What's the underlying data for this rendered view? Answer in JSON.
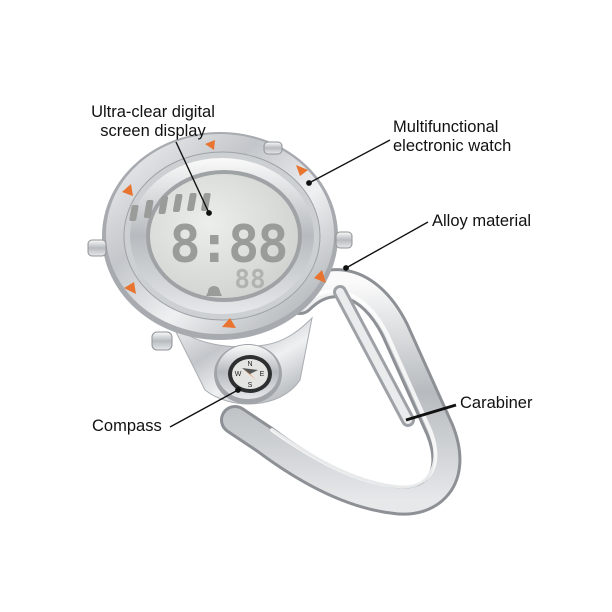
{
  "callouts": {
    "screen_line1": "Ultra-clear digital",
    "screen_line2": "screen display",
    "multi_line1": "Multifunctional",
    "multi_line2": "electronic watch",
    "alloy": "Alloy material",
    "carabiner": "Carabiner",
    "compass": "Compass"
  },
  "lcd": {
    "main_digits": "8:88",
    "sub_digits": "88"
  },
  "compass_letters": [
    "N",
    "E",
    "S",
    "W"
  ],
  "colors": {
    "accent_orange": "#e8742f",
    "lcd_background": "#dedfdc",
    "lcd_segment": "#9a9c9a",
    "metal": "#c9ccd0"
  }
}
